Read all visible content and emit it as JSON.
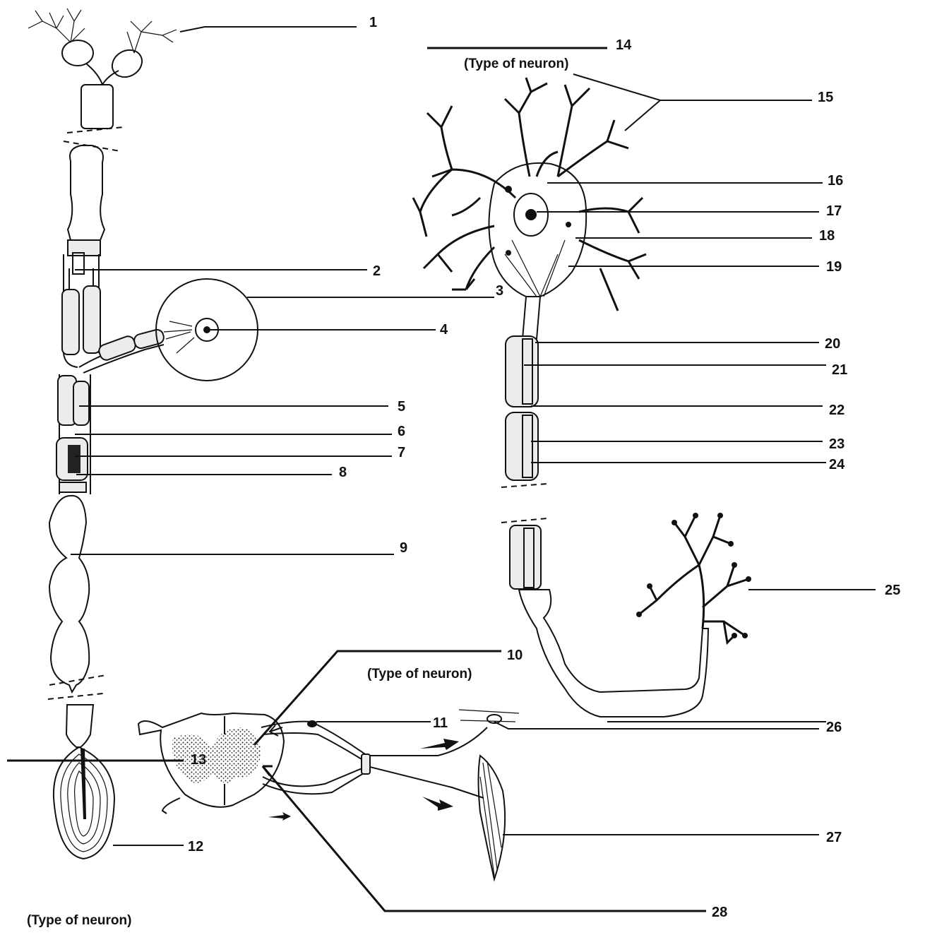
{
  "diagram": {
    "captions": {
      "c10": "(Type of neuron)",
      "c13": "(Type of neuron)",
      "c14": "(Type of neuron)"
    },
    "labels": [
      "1",
      "2",
      "3",
      "4",
      "5",
      "6",
      "7",
      "8",
      "9",
      "10",
      "11",
      "12",
      "13",
      "14",
      "15",
      "16",
      "17",
      "18",
      "19",
      "20",
      "21",
      "22",
      "23",
      "24",
      "25",
      "26",
      "27",
      "28"
    ]
  }
}
